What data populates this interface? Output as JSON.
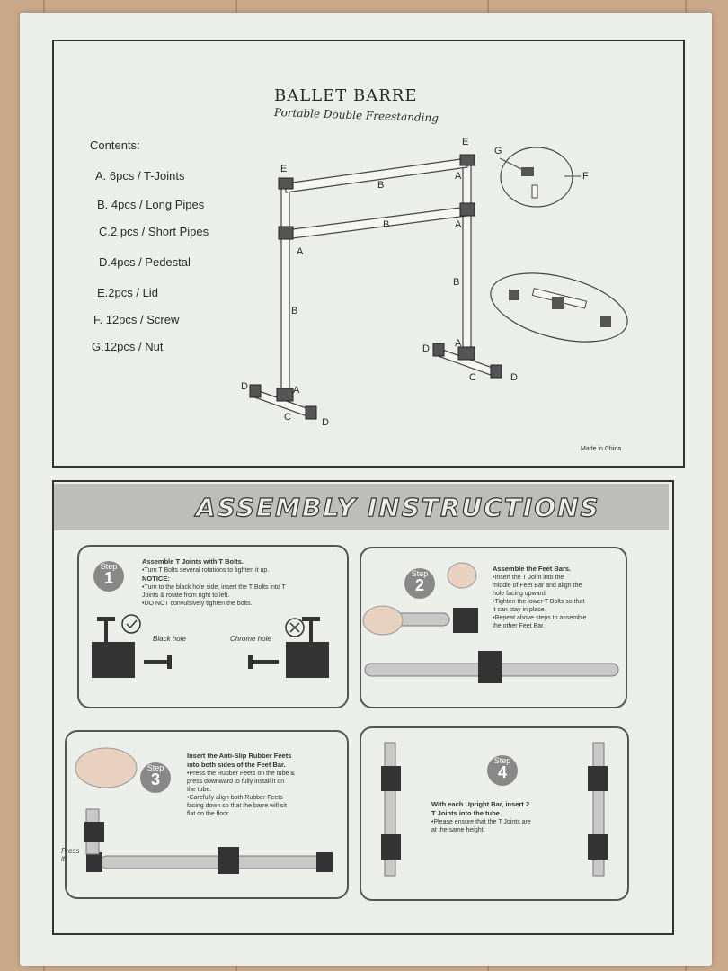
{
  "header": {
    "title": "BALLET BARRE",
    "subtitle": "Portable Double Freestanding"
  },
  "contents": {
    "heading": "Contents:",
    "items": [
      "A. 6pcs / T-Joints",
      "B. 4pcs / Long Pipes",
      "C.2 pcs / Short Pipes",
      "D.4pcs / Pedestal",
      "E.2pcs / Lid",
      "F. 12pcs / Screw",
      "G.12pcs / Nut"
    ]
  },
  "diagram_labels": {
    "a": "A",
    "b": "B",
    "c": "C",
    "d": "D",
    "e": "E",
    "f": "F",
    "g": "G"
  },
  "made_in": "Made in China",
  "assembly": {
    "heading": "ASSEMBLY INSTRUCTIONS",
    "steps": [
      {
        "word": "Step",
        "number": "1",
        "title": "Assemble T Joints with T Bolts.",
        "lines": [
          "•Turn T Bolts several rotations to tighten it up.",
          "NOTICE:",
          "•Turn to the black hole side, insert the T Bolts into T",
          " Joints & rotate from right to left.",
          "•DO NOT convulsively tighten the bolts."
        ],
        "label_left": "Black hole",
        "label_right": "Chrome hole"
      },
      {
        "word": "Step",
        "number": "2",
        "title": "Assemble the Feet Bars.",
        "lines": [
          "•Insert the T Joint into the",
          " middle of Feet Bar and align the",
          " hole facing upward.",
          "•Tighten the lower T Bolts so that",
          " it can stay in place.",
          "•Repeat above steps to assemble",
          " the other Feet Bar."
        ]
      },
      {
        "word": "Step",
        "number": "3",
        "title": "Insert the Anti-Slip Rubber Feets",
        "title2": "into both sides of the Feet Bar.",
        "lines": [
          "•Press the Rubber Feets on the tube &",
          " press downward to fully install it on",
          " the tube.",
          "•Carefully align both Rubber Feets",
          " facing down so that the barre will sit",
          " flat on the floor."
        ],
        "press_label": "Press it!"
      },
      {
        "word": "Step",
        "number": "4",
        "title": "With each Upright Bar, insert 2",
        "title2": "T Joints into the tube.",
        "lines": [
          "•Please ensure that the T Joints are",
          " at the same height."
        ]
      }
    ]
  }
}
